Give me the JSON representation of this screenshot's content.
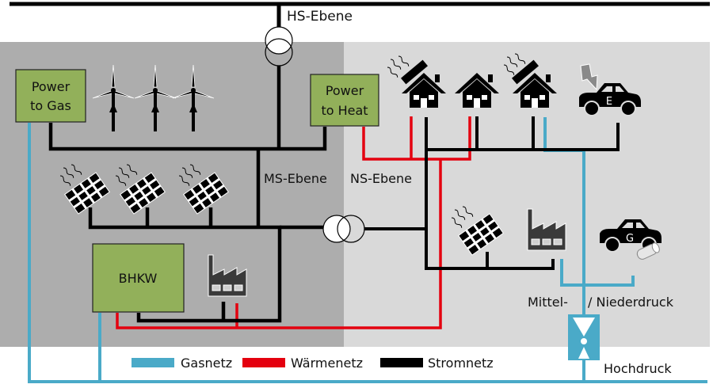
{
  "colors": {
    "gas": "#4aaac8",
    "heat": "#e4000f",
    "power": "#000000",
    "box_fill": "#92b05a",
    "mv_area": "#adadad",
    "lv_area": "#d9d9d9"
  },
  "levels": {
    "hs": "HS-Ebene",
    "ms": "MS-Ebene",
    "ns": "NS-Ebene"
  },
  "boxes": {
    "power_to_gas": [
      "Power",
      "to Gas"
    ],
    "power_to_heat": [
      "Power",
      "to Heat"
    ],
    "bhkw": "BHKW"
  },
  "icons": {
    "ev_letter": "E",
    "gas_car_letter": "G"
  },
  "pressure": {
    "mid_low_a": "Mittel-",
    "mid_low_b": "/ Niederdruck",
    "high": "Hochdruck"
  },
  "legend": [
    {
      "label": "Gasnetz",
      "color": "#4aaac8"
    },
    {
      "label": "Wärmenetz",
      "color": "#e4000f"
    },
    {
      "label": "Stromnetz",
      "color": "#000000"
    }
  ]
}
